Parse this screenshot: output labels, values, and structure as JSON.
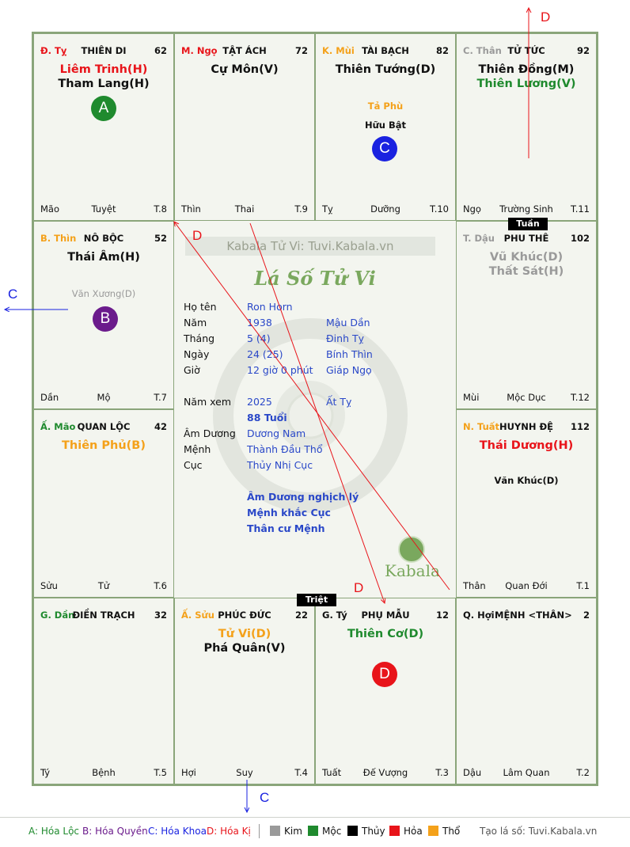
{
  "palaces": {
    "ty_top": {
      "branch": "Đ. Tỵ",
      "name": "THIÊN DI",
      "age": "62",
      "stars": [
        "Liêm Trinh(H)",
        "Tham Lang(H)"
      ],
      "minor": [],
      "stage_l": "Mão",
      "stage_c": "Tuyệt",
      "stage_r": "T.8",
      "circle": "A"
    },
    "ngo": {
      "branch": "M. Ngọ",
      "name": "TẬT ÁCH",
      "age": "72",
      "stars": [
        "Cự Môn(V)"
      ],
      "minor": [],
      "stage_l": "Thìn",
      "stage_c": "Thai",
      "stage_r": "T.9"
    },
    "mui": {
      "branch": "K. Mùi",
      "name": "TÀI BẠCH",
      "age": "82",
      "stars": [
        "Thiên Tướng(D)"
      ],
      "minor": [
        "Tả Phù",
        "Hữu Bật"
      ],
      "stage_l": "Tỵ",
      "stage_c": "Dưỡng",
      "stage_r": "T.10",
      "circle": "C"
    },
    "than_top": {
      "branch": "C. Thân",
      "name": "TỬ TỨC",
      "age": "92",
      "stars": [
        "Thiên Đồng(M)",
        "Thiên Lương(V)"
      ],
      "minor": [],
      "stage_l": "Ngọ",
      "stage_c": "Trường Sinh",
      "stage_r": "T.11"
    },
    "thin": {
      "branch": "B. Thìn",
      "name": "NÔ BỘC",
      "age": "52",
      "stars": [
        "Thái Âm(H)"
      ],
      "minor": [
        "Văn Xương(D)"
      ],
      "stage_l": "Dần",
      "stage_c": "Mộ",
      "stage_r": "T.7",
      "circle": "B"
    },
    "dau": {
      "branch": "T. Dậu",
      "name": "PHU THÊ",
      "age": "102",
      "stars": [
        "Vũ Khúc(D)",
        "Thất Sát(H)"
      ],
      "minor": [],
      "stage_l": "Mùi",
      "stage_c": "Mộc Dục",
      "stage_r": "T.12"
    },
    "mao": {
      "branch": "Ấ. Mão",
      "name": "QUAN LỘC",
      "age": "42",
      "stars": [
        "Thiên Phủ(B)"
      ],
      "minor": [],
      "stage_l": "Sửu",
      "stage_c": "Tử",
      "stage_r": "T.6"
    },
    "tuat": {
      "branch": "N. Tuất",
      "name": "HUYNH ĐỆ",
      "age": "112",
      "stars": [
        "Thái Dương(H)"
      ],
      "minor": [
        "Văn Khúc(D)"
      ],
      "stage_l": "Thân",
      "stage_c": "Quan Đới",
      "stage_r": "T.1"
    },
    "dan": {
      "branch": "G. Dần",
      "name": "ĐIỀN TRẠCH",
      "age": "32",
      "stars": [],
      "minor": [],
      "stage_l": "Tý",
      "stage_c": "Bệnh",
      "stage_r": "T.5"
    },
    "suu": {
      "branch": "Ấ. Sửu",
      "name": "PHÚC ĐỨC",
      "age": "22",
      "stars": [
        "Tử Vi(D)",
        "Phá Quân(V)"
      ],
      "minor": [],
      "stage_l": "Hợi",
      "stage_c": "Suy",
      "stage_r": "T.4"
    },
    "ty_bottom": {
      "branch": "G. Tý",
      "name": "PHỤ MẪU",
      "age": "12",
      "stars": [
        "Thiên Cơ(D)"
      ],
      "minor": [],
      "stage_l": "Tuất",
      "stage_c": "Đế Vượng",
      "stage_r": "T.3",
      "circle": "D"
    },
    "hoi": {
      "branch": "Q. Hợi",
      "name": "MỆNH <THÂN>",
      "age": "2",
      "stars": [],
      "minor": [],
      "stage_l": "Dậu",
      "stage_c": "Lâm Quan",
      "stage_r": "T.2"
    }
  },
  "tags": {
    "tuan": "Tuần",
    "triet": "Triệt"
  },
  "center": {
    "watermark": "Kabala Tử Vi: Tuvi.Kabala.vn",
    "title": "Lá Số Tử Vi",
    "rows": [
      {
        "label": "Họ tên",
        "value": "Ron Horn",
        "extra": ""
      },
      {
        "label": "Năm",
        "value": "1938",
        "extra": "Mậu Dần"
      },
      {
        "label": "Tháng",
        "value": "5  (4)",
        "extra": "Đinh Tỵ"
      },
      {
        "label": "Ngày",
        "value": "24  (25)",
        "extra": "Bính Thìn"
      },
      {
        "label": "Giờ",
        "value": "12 giờ 0 phút",
        "extra": "Giáp Ngọ"
      }
    ],
    "view_year_label": "Năm xem",
    "view_year": "2025",
    "view_year_can": "Ất Tỵ",
    "age": "88 Tuổi",
    "rows2": [
      {
        "label": "Âm Dương",
        "value": "Dương Nam"
      },
      {
        "label": "Mệnh",
        "value": "Thành Đầu Thổ"
      },
      {
        "label": "Cục",
        "value": "Thủy Nhị Cục"
      }
    ],
    "notes": [
      "Âm Dương nghịch lý",
      "Mệnh khắc Cục",
      "Thân cư Mệnh"
    ],
    "brand": "Kabala"
  },
  "annotations": {
    "d1": "D",
    "d2": "D",
    "d3": "D",
    "c1": "C",
    "c2": "C"
  },
  "legend": {
    "a": "A: Hóa Lộc",
    "b": "B: Hóa Quyền",
    "c": "C: Hóa Khoa",
    "d": "D: Hóa Kị",
    "kim": "Kim",
    "moc": "Mộc",
    "thuy": "Thủy",
    "hoa": "Hỏa",
    "tho": "Thổ",
    "site": "Tạo lá số: Tuvi.Kabala.vn"
  },
  "colors": {
    "kim": "#9a9a9a",
    "moc": "#1f8a2e",
    "thuy": "#000000",
    "hoa": "#e8141a",
    "tho": "#f4a11a"
  }
}
